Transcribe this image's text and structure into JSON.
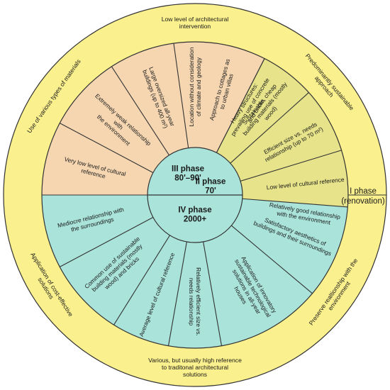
{
  "colors": {
    "outer_ring": "#FAF08D",
    "phase_iii": "#F5D6B1",
    "phase_ii": "#E6E38A",
    "phase_iv": "#A9E3DA",
    "stroke": "#333333"
  },
  "outer_ring": [
    {
      "lines": [
        "Low level of architectural",
        "intervention"
      ]
    },
    {
      "lines": [
        "Predominantly sustainable",
        "approach"
      ]
    },
    {
      "lines": [
        "Preserve realtionship with the",
        "environment"
      ]
    },
    {
      "lines": [
        "Various, but usually high reference",
        "to traditonal architectural",
        "solutions"
      ]
    },
    {
      "lines": [
        "Application of cost-effective",
        "solutions"
      ]
    },
    {
      "lines": [
        "Use of various types of materials"
      ]
    }
  ],
  "side_label": {
    "lines": [
      "I phase",
      "(renovation)"
    ]
  },
  "hubs": {
    "phase_iii": {
      "lines": [
        "III phase",
        "80'–90'"
      ]
    },
    "phase_ii": {
      "lines": [
        "II phase",
        "70'"
      ]
    },
    "phase_iv": {
      "lines": [
        "IV phase",
        "2000+"
      ]
    }
  },
  "phase_iii_segments": [
    {
      "lines": [
        "Very low level of cultural",
        "reference"
      ]
    },
    {
      "lines": [
        "Extremely weak relationship",
        "with",
        "the environment"
      ]
    },
    {
      "lines": [
        "Large oversized all-year",
        "buildings (up to 400 m²)"
      ]
    },
    {
      "lines": [
        "Location without consideration",
        "of climate and geology"
      ]
    },
    {
      "lines": [
        "Approach to cottages as",
        "to urban villas"
      ]
    },
    {
      "lines": [
        "Heavy structures:",
        "prevailing use of concrete",
        "and bricks"
      ]
    }
  ],
  "phase_ii_segments": [
    {
      "lines": [
        "Sustainable, cheap",
        "building materials (mostly",
        "wood)"
      ]
    },
    {
      "lines": [
        "Efficient size vs. needs",
        "relationship (up to 70 m²)"
      ]
    },
    {
      "lines": [
        "Low level of cultural reference"
      ]
    },
    {
      "lines": [
        "Relatively good relationship",
        "with the environment"
      ]
    }
  ],
  "phase_iv_segments": [
    {
      "lines": [
        "Satisfactory aesthetics of",
        "buildings and their surroundings"
      ]
    },
    {
      "lines": [
        "Application of innovatory",
        "sustainable technological",
        "solutions in all-year",
        "houses"
      ]
    },
    {
      "lines": [
        "Relatively efficient size vs.",
        "needs relationship"
      ]
    },
    {
      "lines": [
        "Average level of cultural reference"
      ]
    },
    {
      "lines": [
        "Common use of sustainable",
        "building materials (mostly",
        "wood) and bricks"
      ]
    },
    {
      "lines": [
        "Mediocre relationship with",
        "the surroundings"
      ]
    }
  ]
}
